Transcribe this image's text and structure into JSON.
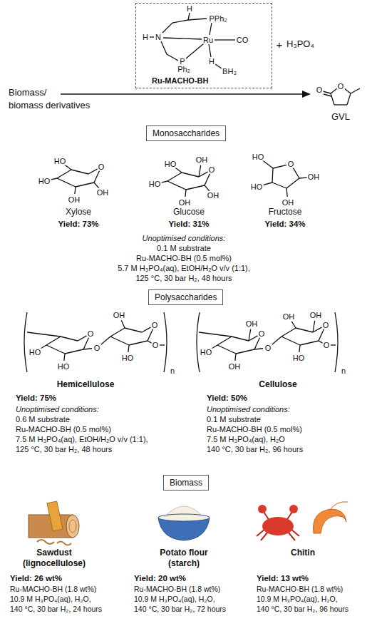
{
  "diagram": {
    "nodes": [
      {
        "text": [
          "Ru-MACHO-BH"
        ]
      },
      {
        "text": [
          "Monosaccharides"
        ]
      },
      {
        "text": [
          "Polysaccharides"
        ]
      },
      {
        "text": [
          "Biomass"
        ]
      }
    ],
    "labels": [
      "H",
      "PPh₂",
      "H",
      "N",
      "Ru",
      "CO",
      "P",
      "Ph₂",
      "H",
      "BH₃",
      "+",
      "H₃PO₄",
      "Biomass/",
      "biomass derivatives",
      "O",
      "O",
      "GVL",
      "O",
      "HO",
      "HO",
      "OH",
      "OH",
      "OH",
      "O",
      "HO",
      "HO",
      "OH",
      "OH",
      "HO",
      "O",
      "OH",
      "OH",
      "HO",
      "Xylose",
      "Glucose",
      "Fructose",
      "Yield: 73%",
      "Yield: 31%",
      "Yield: 34%",
      "Unoptimised conditions:",
      "0.1 M substrate",
      "Ru-MACHO-BH (0.5 mol%)",
      "5.7 M H₃PO₄(aq), EtOH/H₂O v/v (1:1),",
      "125 °C, 30 bar H₂, 48 hours",
      "HO",
      "O",
      "HO",
      "O",
      "O",
      "HO",
      "OH",
      "O",
      "n",
      "OH",
      "O",
      "HO",
      "OH",
      "O",
      "OH",
      "O",
      "HO",
      "OH",
      "O",
      "n",
      "Hemicellulose",
      "Cellulose",
      "Yield: 75%",
      "Unoptimised conditions:",
      "0.6 M substrate",
      "Ru-MACHO-BH (0.5 mol%)",
      "7.5 M H₃PO₄(aq), EtOH/H₂O v/v (1:1),",
      "125 °C, 30 bar H₂, 48 hours",
      "Yield: 50%",
      "Unoptimised conditions:",
      "0.1 M substrate",
      "Ru-MACHO-BH (0.5 mol%)",
      "7.5 M H₃PO₄(aq), H₂O",
      "140 °C, 30 bar H₂, 96 hours",
      "Sawdust",
      "(lignocellulose)",
      "Potato flour",
      "(starch)",
      "Chitin",
      "Yield: 26 wt%",
      "Ru-MACHO-BH (1.8 wt%)",
      "10.9 M H₃PO₄(aq), H₂O,",
      "140 °C, 30 bar H₂, 24 hours",
      "Yield: 20 wt%",
      "Ru-MACHO-BH (1.8 wt%)",
      "10.9 M H₃PO₄(aq), H₂O,",
      "140 °C, 30 bar H₂, 72 hours",
      "Yield: 13 wt%",
      "Ru-MACHO-BH (1.8 wt%)",
      "10.9 M H₃PO₄(aq), H₂O,",
      "140 °C, 30 bar H₂, 96 hours"
    ]
  }
}
